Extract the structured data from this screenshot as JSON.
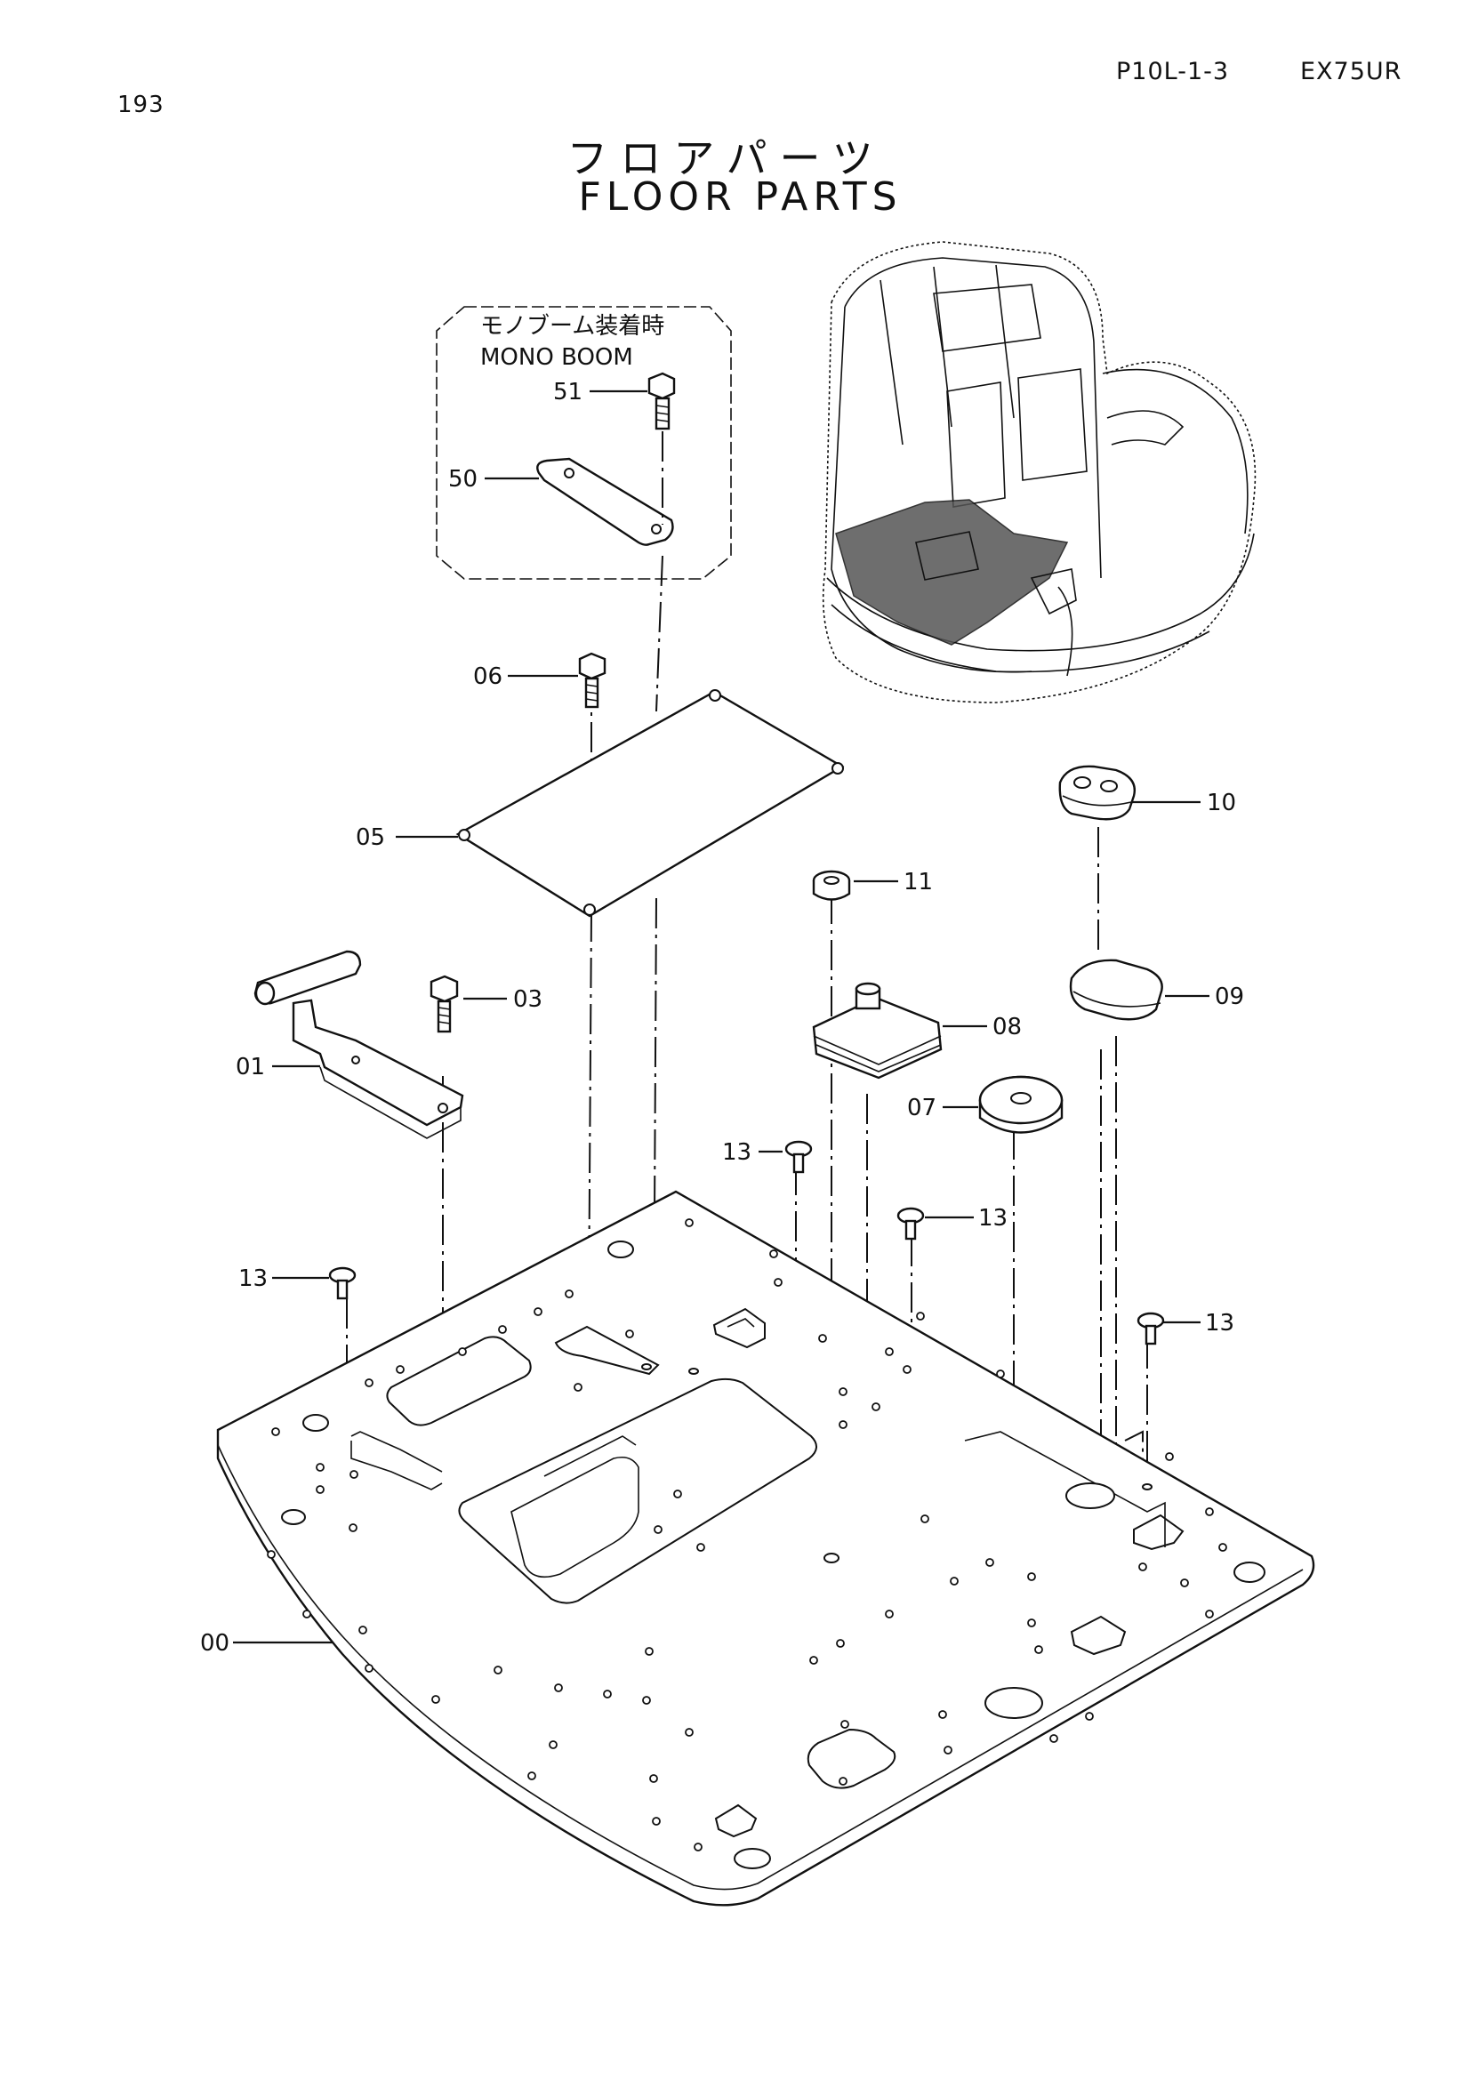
{
  "header": {
    "page_number": "193",
    "sheet_code": "P10L-1-3",
    "model": "EX75UR"
  },
  "title": {
    "japanese": "フロアパーツ",
    "english": "FLOOR PARTS"
  },
  "inset": {
    "label_jp": "モノブーム装着時",
    "label_en": "MONO BOOM"
  },
  "callouts": {
    "p51": "51",
    "p50": "50",
    "p06": "06",
    "p05": "05",
    "p03": "03",
    "p01": "01",
    "p11": "11",
    "p10": "10",
    "p09": "09",
    "p08": "08",
    "p07": "07",
    "p13a": "13",
    "p13b": "13",
    "p13c": "13",
    "p13d": "13",
    "p00": "00"
  }
}
